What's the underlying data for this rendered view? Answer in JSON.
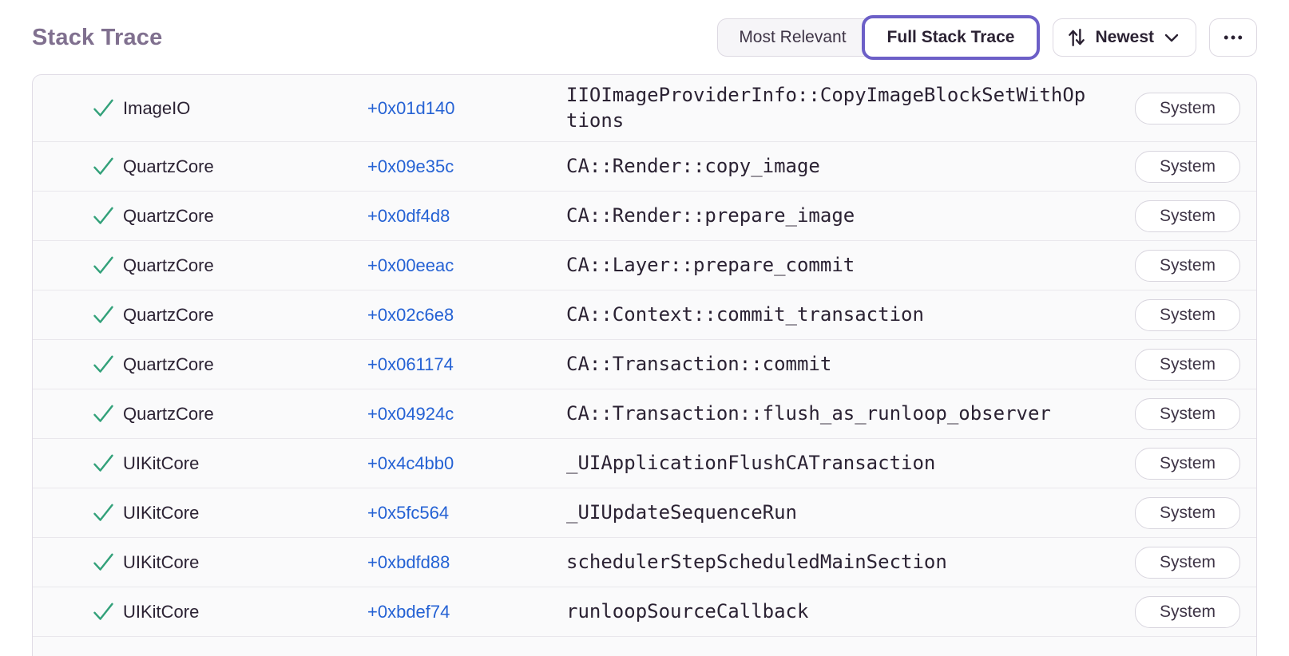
{
  "page": {
    "title": "Stack Trace"
  },
  "toolbar": {
    "view_toggle": [
      {
        "label": "Most Relevant",
        "active": false
      },
      {
        "label": "Full Stack Trace",
        "active": true
      }
    ],
    "sort": {
      "icon": "sort-arrows-icon",
      "label": "Newest",
      "chevron": "chevron-down-icon"
    },
    "more": {
      "icon": "ellipsis-icon"
    }
  },
  "icons": {
    "frame_status": "green-checkmark",
    "sort": "up-down-arrows",
    "chevron": "chevron-down",
    "more": "horizontal-ellipsis"
  },
  "colors": {
    "accent_purple": "#6C5FC7",
    "link_blue": "#2562D4",
    "success_green": "#33A17A",
    "title_gray": "#80708F",
    "text_dark": "#2B2233",
    "row_background": "#FAFAFB",
    "table_border": "#E0DCE6"
  },
  "frames": [
    {
      "module": "ImageIO",
      "address": "+0x01d140",
      "function": "IIOImageProviderInfo::CopyImageBlockSetWithOptions",
      "badge": "System"
    },
    {
      "module": "QuartzCore",
      "address": "+0x09e35c",
      "function": "CA::Render::copy_image",
      "badge": "System"
    },
    {
      "module": "QuartzCore",
      "address": "+0x0df4d8",
      "function": "CA::Render::prepare_image",
      "badge": "System"
    },
    {
      "module": "QuartzCore",
      "address": "+0x00eeac",
      "function": "CA::Layer::prepare_commit",
      "badge": "System"
    },
    {
      "module": "QuartzCore",
      "address": "+0x02c6e8",
      "function": "CA::Context::commit_transaction",
      "badge": "System"
    },
    {
      "module": "QuartzCore",
      "address": "+0x061174",
      "function": "CA::Transaction::commit",
      "badge": "System"
    },
    {
      "module": "QuartzCore",
      "address": "+0x04924c",
      "function": "CA::Transaction::flush_as_runloop_observer",
      "badge": "System"
    },
    {
      "module": "UIKitCore",
      "address": "+0x4c4bb0",
      "function": "_UIApplicationFlushCATransaction",
      "badge": "System"
    },
    {
      "module": "UIKitCore",
      "address": "+0x5fc564",
      "function": "_UIUpdateSequenceRun",
      "badge": "System"
    },
    {
      "module": "UIKitCore",
      "address": "+0xbdfd88",
      "function": "schedulerStepScheduledMainSection",
      "badge": "System"
    },
    {
      "module": "UIKitCore",
      "address": "+0xbdef74",
      "function": "runloopSourceCallback",
      "badge": "System"
    }
  ]
}
